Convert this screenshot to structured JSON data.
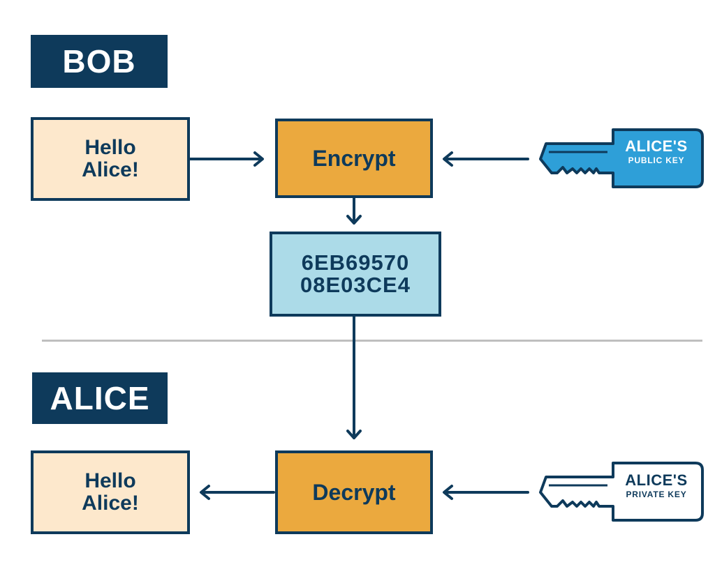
{
  "bob_section": {
    "title": "BOB",
    "message_line1": "Hello",
    "message_line2": "Alice!",
    "operation": "Encrypt",
    "key_title": "ALICE'S",
    "key_subtitle": "PUBLIC KEY"
  },
  "ciphertext": {
    "line1": "6EB69570",
    "line2": "08E03CE4"
  },
  "alice_section": {
    "title": "ALICE",
    "message_line1": "Hello",
    "message_line2": "Alice!",
    "operation": "Decrypt",
    "key_title": "ALICE'S",
    "key_subtitle": "PRIVATE KEY"
  },
  "colors": {
    "navy": "#0e3a5b",
    "message_fill": "#fde8cc",
    "operation_fill": "#eba93e",
    "cipher_fill": "#acdbe8",
    "public_key_fill": "#2e9fd8",
    "private_key_fill": "#ffffff"
  },
  "icons": {
    "public_key": "key-icon",
    "private_key": "key-icon"
  }
}
